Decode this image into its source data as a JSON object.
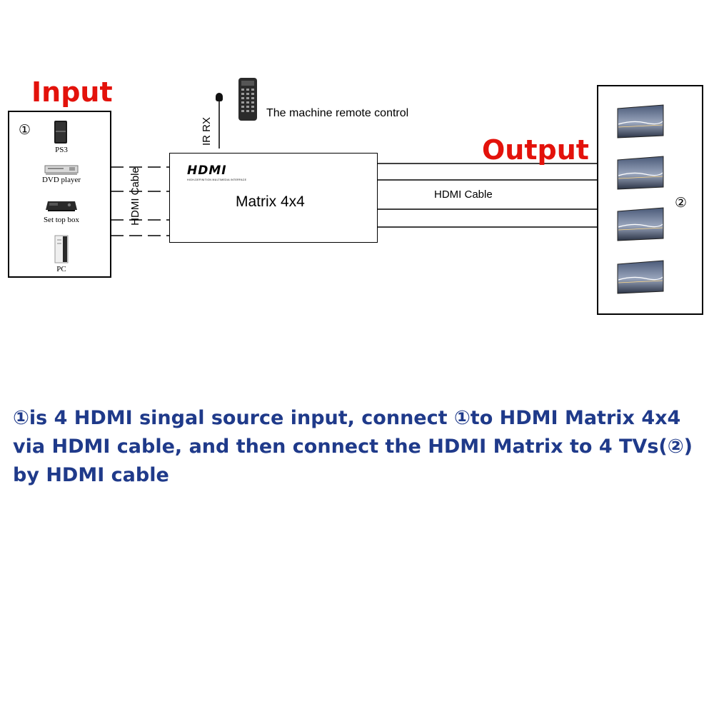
{
  "colors": {
    "heading": "#e3120b",
    "caption": "#1f3a8a",
    "line": "#000000"
  },
  "input": {
    "title": "Input",
    "marker": "①",
    "devices": [
      {
        "label": "PS3",
        "icon": "ps3-console-icon"
      },
      {
        "label": "DVD player",
        "icon": "dvd-player-icon"
      },
      {
        "label": "Set top box",
        "icon": "set-top-box-icon"
      },
      {
        "label": "PC",
        "icon": "pc-tower-icon"
      }
    ],
    "cable_label": "HDMI Cable"
  },
  "remote": {
    "ir_label": "IR RX",
    "label": "The machine remote control",
    "icon": "remote-control-icon"
  },
  "matrix": {
    "logo": "HDMI",
    "logo_sub": "HIGH-DEFINITION MULTIMEDIA INTERFACE",
    "label": "Matrix 4x4"
  },
  "output": {
    "title": "Output",
    "marker": "②",
    "cable_label": "HDMI Cable",
    "screens": [
      "tv-screen-icon",
      "tv-screen-icon",
      "tv-screen-icon",
      "tv-screen-icon"
    ]
  },
  "caption": {
    "line1": "①is 4 HDMI singal source input, connect ①to HDMI Matrix 4x4",
    "line2": "via HDMI cable, and then connect the HDMI Matrix to 4 TVs(②)",
    "line3": "by HDMI cable"
  }
}
